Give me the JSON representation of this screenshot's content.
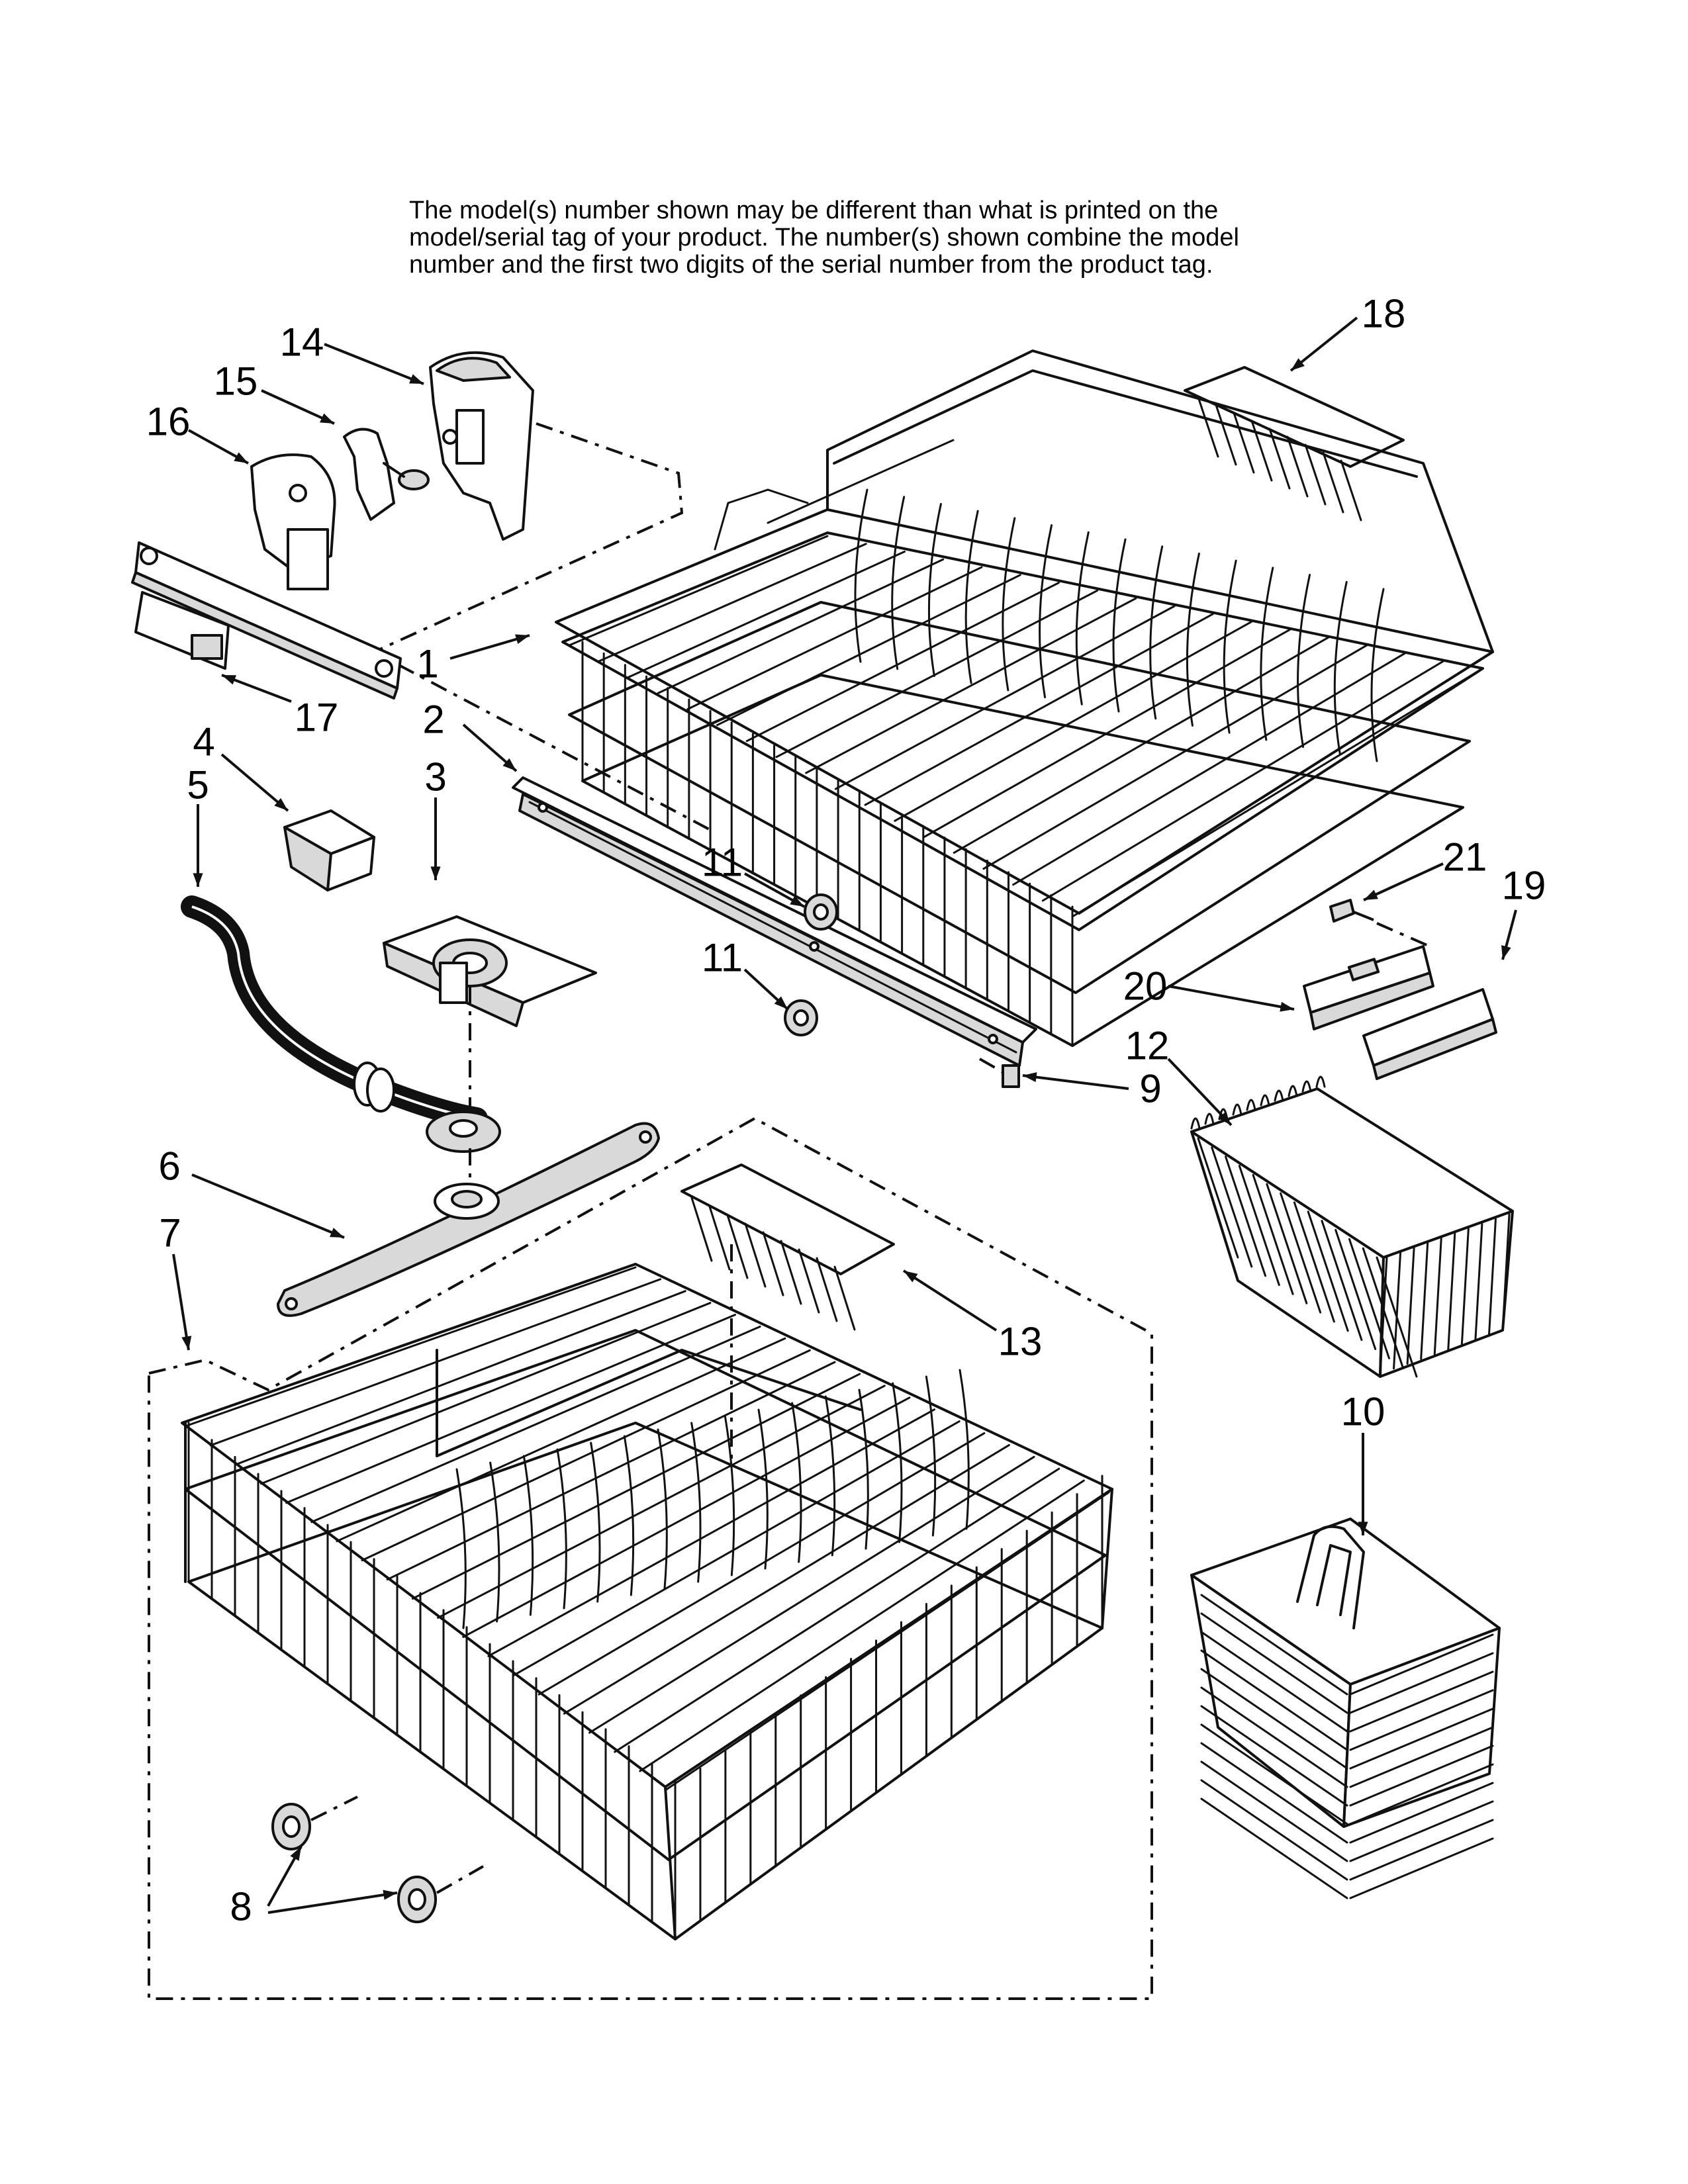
{
  "note": {
    "lines": [
      "The model(s) number shown may be different than what is printed on the",
      "model/serial tag of your product. The number(s) shown combine the model",
      "number and the first two digits of the serial number from the product tag."
    ]
  },
  "parts": [
    {
      "label": "1",
      "name": "upper-rack"
    },
    {
      "label": "2",
      "name": "rack-rail"
    },
    {
      "label": "3",
      "name": "spray-manifold"
    },
    {
      "label": "4",
      "name": "connector"
    },
    {
      "label": "5",
      "name": "water-tube"
    },
    {
      "label": "6",
      "name": "spray-arm"
    },
    {
      "label": "7",
      "name": "lower-rack"
    },
    {
      "label": "8",
      "name": "lower-rack-wheels"
    },
    {
      "label": "9",
      "name": "rail-end-cap"
    },
    {
      "label": "10",
      "name": "silverware-basket"
    },
    {
      "label": "11",
      "name": "rail-wheel"
    },
    {
      "label": "12",
      "name": "small-basket"
    },
    {
      "label": "13",
      "name": "lower-tine-row"
    },
    {
      "label": "14",
      "name": "adjuster-housing"
    },
    {
      "label": "15",
      "name": "adjuster-lever"
    },
    {
      "label": "16",
      "name": "adjuster-cover"
    },
    {
      "label": "17",
      "name": "adjuster-bracket"
    },
    {
      "label": "18",
      "name": "upper-tine-row"
    },
    {
      "label": "19",
      "name": "rail-cover"
    },
    {
      "label": "20",
      "name": "rail-stop"
    },
    {
      "label": "21",
      "name": "screw"
    }
  ]
}
